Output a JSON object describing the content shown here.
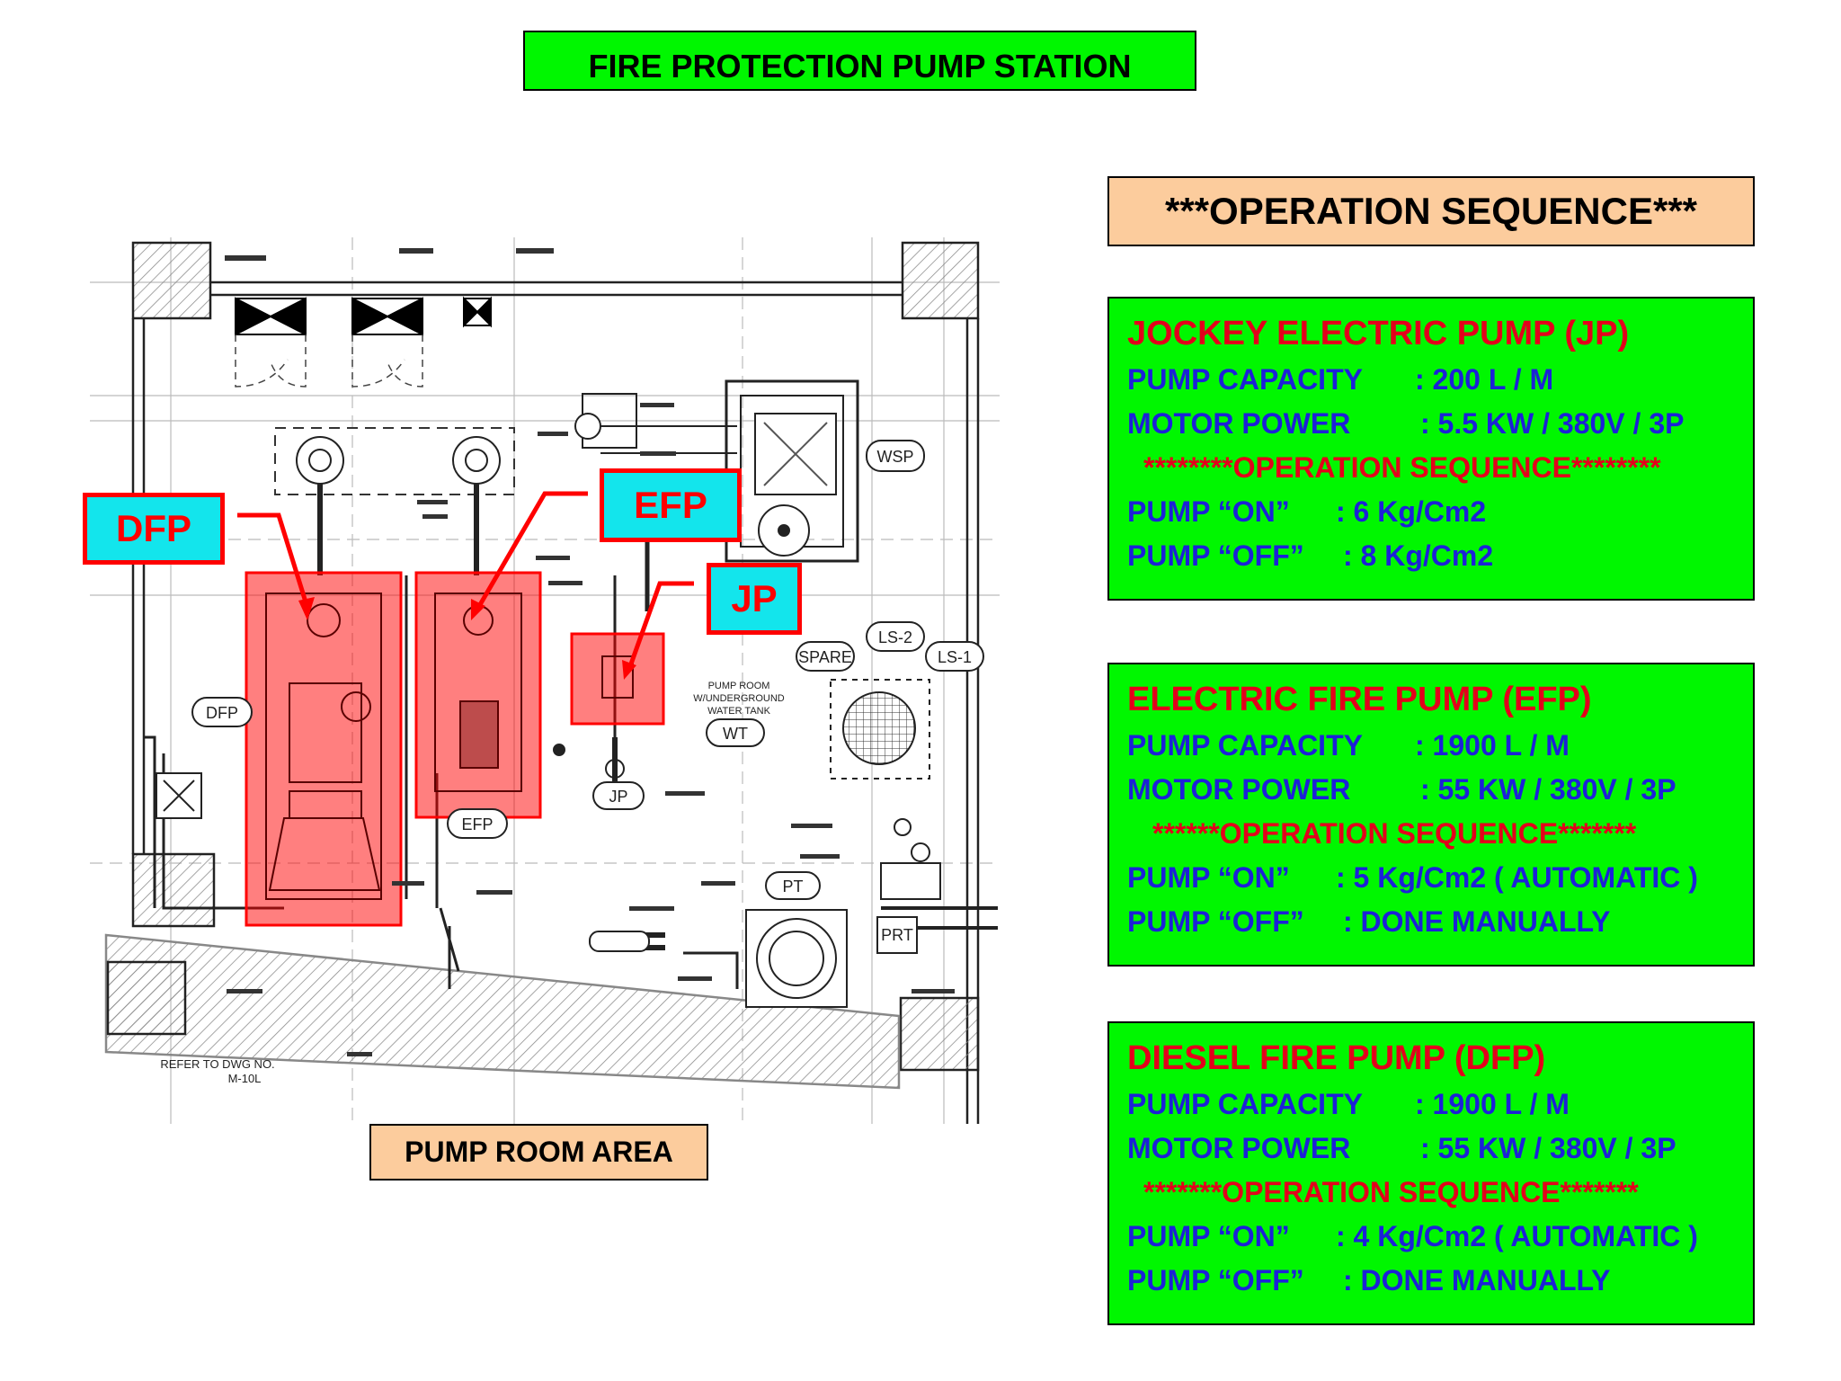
{
  "title": "FIRE PROTECTION PUMP STATION",
  "operation_header": "***OPERATION SEQUENCE***",
  "area_label": "PUMP ROOM AREA",
  "callouts": {
    "dfp": "DFP",
    "efp": "EFP",
    "jp": "JP"
  },
  "drawing_tags": {
    "wsp": "WSP",
    "ls2": "LS-2",
    "ls1": "LS-1",
    "spare": "SPARE",
    "wt": "WT",
    "pt": "PT",
    "prt": "PRT",
    "dfp": "DFP",
    "efp": "EFP",
    "jp": "JP",
    "tank_note_1": "PUMP ROOM",
    "tank_note_2": "W/UNDERGROUND",
    "tank_note_3": "WATER TANK",
    "refer_1": "REFER TO DWG NO.",
    "refer_2": "M-10L"
  },
  "panels": [
    {
      "title": "JOCKEY ELECTRIC PUMP (JP)",
      "capacity_label": "PUMP CAPACITY",
      "capacity_value": ": 200 L / M",
      "motor_label": "MOTOR POWER",
      "motor_value": ": 5.5 KW / 380V / 3P",
      "sequence": "********OPERATION SEQUENCE********",
      "on_label": "PUMP “ON”",
      "on_value": ": 6 Kg/Cm2",
      "off_label": "PUMP “OFF”",
      "off_value": ": 8 Kg/Cm2"
    },
    {
      "title": "ELECTRIC FIRE PUMP (EFP)",
      "capacity_label": "PUMP CAPACITY",
      "capacity_value": ": 1900 L / M",
      "motor_label": "MOTOR POWER",
      "motor_value": ": 55 KW / 380V / 3P",
      "sequence": "******OPERATION SEQUENCE*******",
      "on_label": "PUMP “ON”",
      "on_value": ": 5 Kg/Cm2 ( AUTOMATIC )",
      "off_label": "PUMP “OFF”",
      "off_value": ": DONE MANUALLY"
    },
    {
      "title": "DIESEL FIRE PUMP (DFP)",
      "capacity_label": "PUMP CAPACITY",
      "capacity_value": ": 1900 L / M",
      "motor_label": "MOTOR POWER",
      "motor_value": ": 55 KW / 380V / 3P",
      "sequence": "*******OPERATION SEQUENCE*******",
      "on_label": "PUMP “ON”",
      "on_value": ": 4 Kg/Cm2 ( AUTOMATIC )",
      "off_label": "PUMP “OFF”",
      "off_value": ": DONE MANUALLY"
    }
  ],
  "colors": {
    "panel_green": "#00f700",
    "label_peach": "#fccc9d",
    "title_red": "#e3001b",
    "text_blue": "#1c21d8",
    "callout_cyan": "#13e5ec",
    "highlight_red": "#ff0000"
  }
}
